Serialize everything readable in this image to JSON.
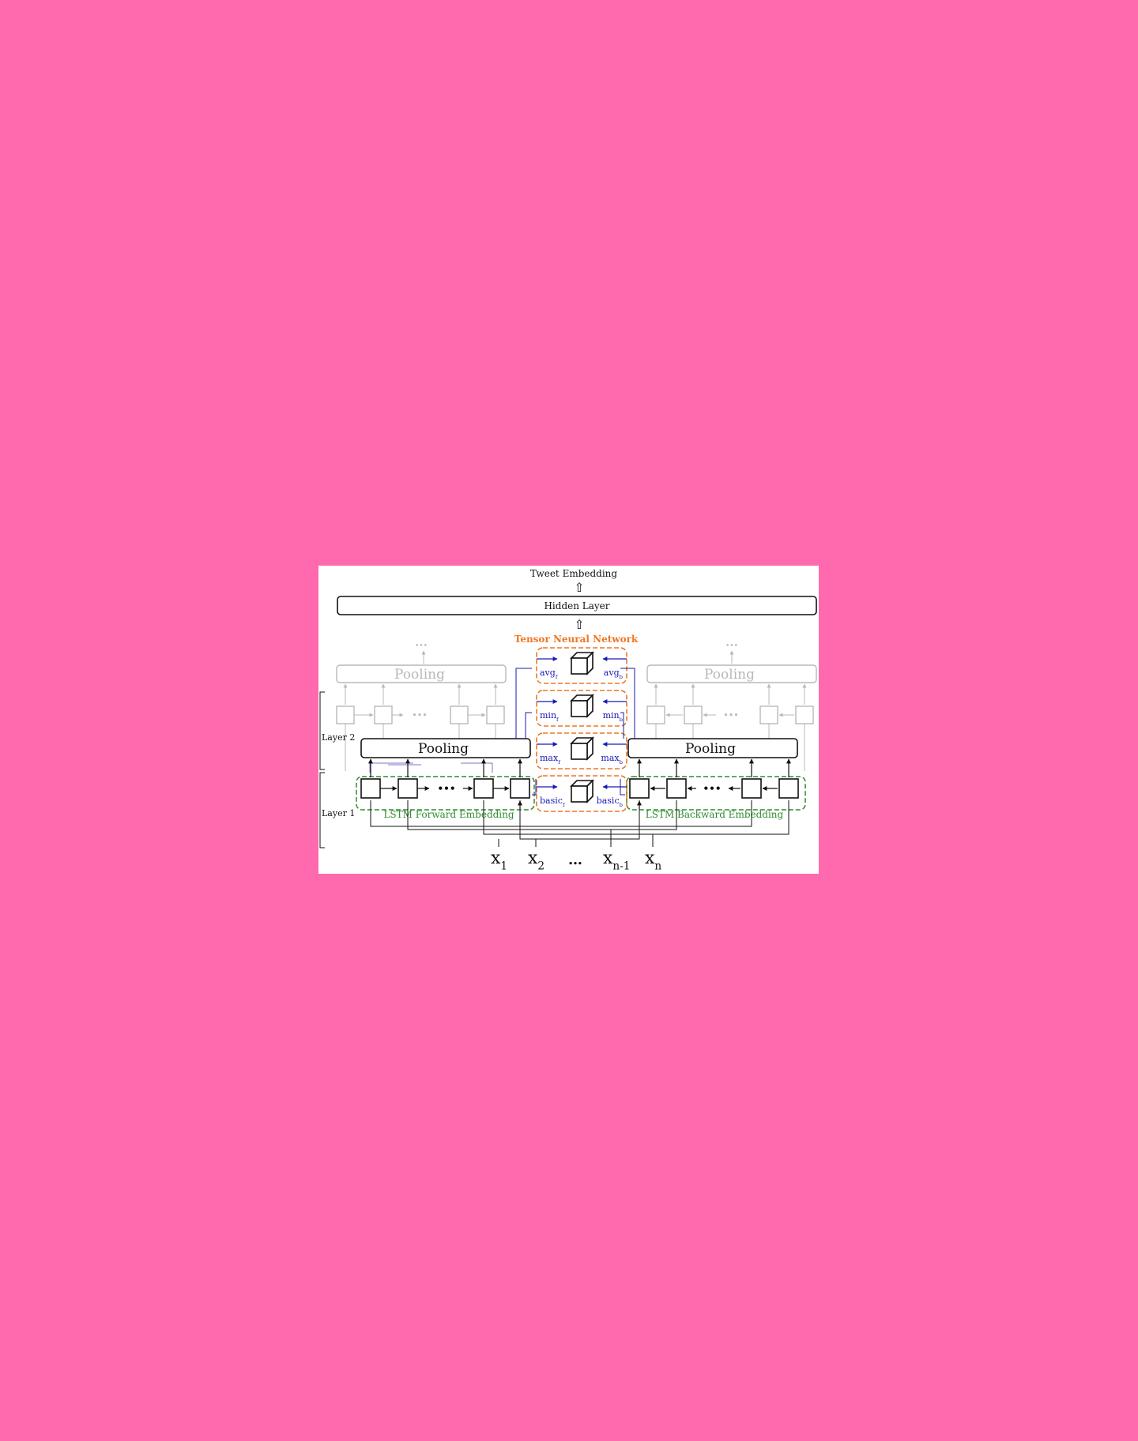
{
  "diagram": {
    "top_label": "Tweet Embedding",
    "hidden_layer": "Hidden Layer",
    "tnn_title": "Tensor Neural Network",
    "pooling_label": "Pooling",
    "layer2_label": "Layer 2",
    "layer1_label": "Layer 1",
    "forward_label": "LSTM Forward Embedding",
    "backward_label": "LSTM Backward Embedding",
    "ellipsis": "•••",
    "dots": "…",
    "up_arrow": "⇧",
    "tensor_rows": [
      {
        "f_base": "avg",
        "f_sub": "f",
        "b_base": "avg",
        "b_sub": "b"
      },
      {
        "f_base": "min",
        "f_sub": "f",
        "b_base": "min",
        "b_sub": "b"
      },
      {
        "f_base": "max",
        "f_sub": "f",
        "b_base": "max",
        "b_sub": "b"
      },
      {
        "f_base": "basic",
        "f_sub": "f",
        "b_base": "basic",
        "b_sub": "b"
      }
    ],
    "inputs": [
      {
        "base": "x",
        "sub": "1"
      },
      {
        "base": "x",
        "sub": "2"
      },
      {
        "base": "x",
        "sub": "n-1"
      },
      {
        "base": "x",
        "sub": "n"
      }
    ],
    "colors": {
      "background": "#FF69AE",
      "orange": "#EE7722",
      "blue": "#1A1AB4",
      "green": "#2E8B2E",
      "gray": "#B8B8B8",
      "purple": "#8A6FC4"
    }
  }
}
